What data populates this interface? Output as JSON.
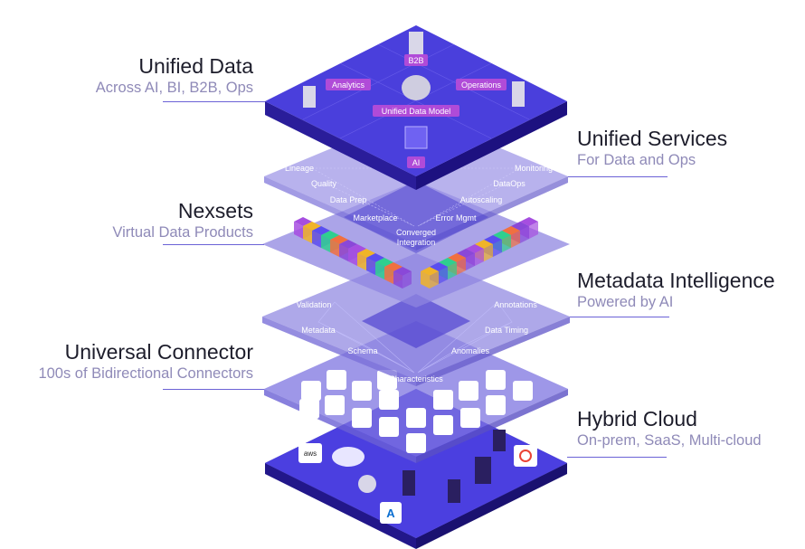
{
  "layers": [
    {
      "title": "Unified Data",
      "subtitle": "Across AI, BI, B2B, Ops",
      "side": "left"
    },
    {
      "title": "Unified Services",
      "subtitle": "For Data and Ops",
      "side": "right"
    },
    {
      "title": "Nexsets",
      "subtitle": "Virtual Data Products",
      "side": "left"
    },
    {
      "title": "Metadata Intelligence",
      "subtitle": "Powered by AI",
      "side": "right"
    },
    {
      "title": "Universal Connector",
      "subtitle": "100s of Bidirectional Connectors",
      "side": "left"
    },
    {
      "title": "Hybrid Cloud",
      "subtitle": "On-prem, SaaS, Multi-cloud",
      "side": "right"
    }
  ],
  "unified_data": {
    "b2b": "B2B",
    "analytics": "Analytics",
    "operations": "Operations",
    "model": "Unified Data Model",
    "ai": "AI"
  },
  "services": {
    "lineage": "Lineage",
    "monitoring": "Monitoring",
    "quality": "Quality",
    "dataops": "DataOps",
    "dataprep": "Data Prep",
    "autoscaling": "Autoscaling",
    "marketplace": "Marketplace",
    "errormgmt": "Error Mgmt",
    "converged1": "Converged",
    "converged2": "Integration"
  },
  "metadata": {
    "validation": "Validation",
    "annotations": "Annotations",
    "metadata": "Metadata",
    "timing": "Data Timing",
    "schema": "Schema",
    "anomalies": "Anomalies",
    "characteristics": "Characteristics"
  },
  "cloud": {
    "aws": "aws"
  },
  "colors": {
    "platform": "#4a3fd6",
    "platform_dark": "#3023a8",
    "translucent": "#8f86e0",
    "title": "#1d1d2b",
    "subtitle": "#8f8ab8"
  }
}
